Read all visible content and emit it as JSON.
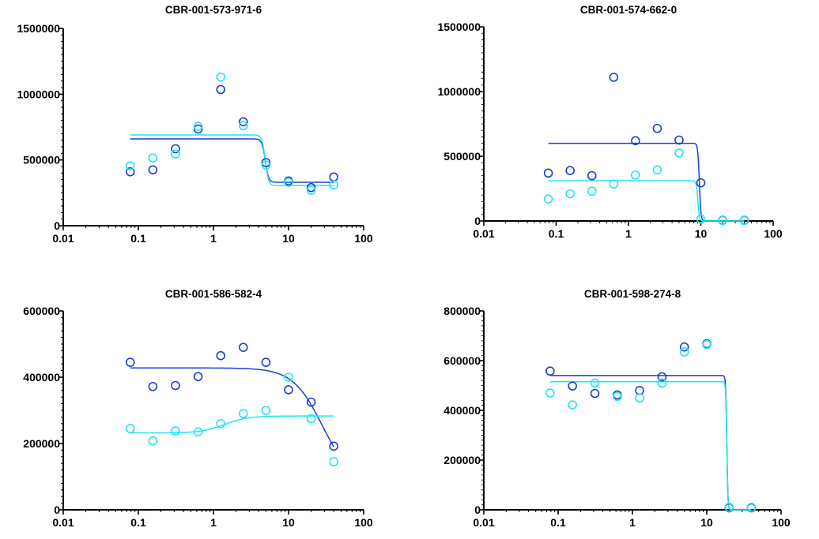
{
  "colors": {
    "series_a": "#1a3fd6",
    "series_b": "#1ee6f0",
    "axis": "#000000"
  },
  "chart_data": [
    {
      "type": "scatter",
      "title": "CBR-001-573-971-6",
      "xscale": "log",
      "xlim": [
        0.01,
        100
      ],
      "xticks": [
        "0.01",
        "0.1",
        "1",
        "10",
        "100"
      ],
      "ylim": [
        0,
        1500000
      ],
      "yticks": [
        "0",
        "500000",
        "1000000",
        "1500000"
      ],
      "grid": false,
      "series": [
        {
          "color": "#1a3fd6",
          "x": [
            0.078,
            0.156,
            0.3125,
            0.625,
            1.25,
            2.5,
            5,
            10,
            20,
            40
          ],
          "y": [
            410000,
            425000,
            585000,
            735000,
            1035000,
            790000,
            480000,
            340000,
            290000,
            370000
          ],
          "fit": {
            "top": 660000,
            "bottom": 330000,
            "logEC50": 0.69,
            "hill": -20
          }
        },
        {
          "color": "#1ee6f0",
          "x": [
            0.078,
            0.156,
            0.3125,
            0.625,
            1.25,
            2.5,
            5,
            10,
            20,
            40
          ],
          "y": [
            455000,
            515000,
            545000,
            755000,
            1130000,
            760000,
            460000,
            330000,
            270000,
            310000
          ],
          "fit": {
            "top": 690000,
            "bottom": 305000,
            "logEC50": 0.69,
            "hill": -20
          }
        }
      ]
    },
    {
      "type": "scatter",
      "title": "CBR-001-574-662-0",
      "xscale": "log",
      "xlim": [
        0.01,
        100
      ],
      "xticks": [
        "0.01",
        "0.1",
        "1",
        "10",
        "100"
      ],
      "ylim": [
        0,
        1500000
      ],
      "yticks": [
        "0",
        "500000",
        "1000000",
        "1500000"
      ],
      "grid": false,
      "series": [
        {
          "color": "#1a3fd6",
          "x": [
            0.078,
            0.156,
            0.3125,
            0.625,
            1.25,
            2.5,
            5,
            10,
            20,
            40
          ],
          "y": [
            370000,
            390000,
            350000,
            1110000,
            620000,
            715000,
            625000,
            295000,
            5000,
            5000
          ],
          "fit": {
            "top": 600000,
            "bottom": 0,
            "logEC50": 0.98,
            "hill": -40
          }
        },
        {
          "color": "#1ee6f0",
          "x": [
            0.078,
            0.156,
            0.3125,
            0.625,
            1.25,
            2.5,
            5,
            10,
            20,
            40
          ],
          "y": [
            170000,
            210000,
            230000,
            285000,
            355000,
            395000,
            525000,
            15000,
            3000,
            3000
          ],
          "fit": {
            "top": 310000,
            "bottom": 0,
            "logEC50": 0.96,
            "hill": -40
          }
        }
      ]
    },
    {
      "type": "scatter",
      "title": "CBR-001-586-582-4",
      "xscale": "log",
      "xlim": [
        0.01,
        100
      ],
      "xticks": [
        "0.01",
        "0.1",
        "1",
        "10",
        "100"
      ],
      "ylim": [
        0,
        600000
      ],
      "yticks": [
        "0",
        "200000",
        "400000",
        "600000"
      ],
      "grid": false,
      "series": [
        {
          "color": "#1a3fd6",
          "x": [
            0.078,
            0.156,
            0.3125,
            0.625,
            1.25,
            2.5,
            5,
            10,
            20,
            40
          ],
          "y": [
            445000,
            372000,
            375000,
            402000,
            465000,
            490000,
            445000,
            362000,
            325000,
            192000
          ],
          "fit": {
            "top": 428000,
            "bottom": 80000,
            "logEC50": 1.45,
            "hill": -2.2
          }
        },
        {
          "color": "#1ee6f0",
          "x": [
            0.078,
            0.156,
            0.3125,
            0.625,
            1.25,
            2.5,
            5,
            10,
            20,
            40
          ],
          "y": [
            245000,
            208000,
            238000,
            235000,
            260000,
            290000,
            300000,
            400000,
            275000,
            145000
          ],
          "fit": {
            "top": 283000,
            "bottom": 232000,
            "logEC50": 0.15,
            "hill": 2.8
          }
        }
      ]
    },
    {
      "type": "scatter",
      "title": "CBR-001-598-274-8",
      "xscale": "log",
      "xlim": [
        0.01,
        100
      ],
      "xticks": [
        "0.01",
        "0.1",
        "1",
        "10",
        "100"
      ],
      "ylim": [
        0,
        800000
      ],
      "yticks": [
        "0",
        "200000",
        "400000",
        "600000",
        "800000"
      ],
      "grid": false,
      "series": [
        {
          "color": "#1a3fd6",
          "x": [
            0.078,
            0.156,
            0.3125,
            0.625,
            1.25,
            2.5,
            5,
            10,
            20,
            40
          ],
          "y": [
            558000,
            498000,
            468000,
            462000,
            480000,
            535000,
            655000,
            668000,
            8000,
            8000
          ],
          "fit": {
            "top": 540000,
            "bottom": 0,
            "logEC50": 1.27,
            "hill": -60
          }
        },
        {
          "color": "#1ee6f0",
          "x": [
            0.078,
            0.156,
            0.3125,
            0.625,
            1.25,
            2.5,
            5,
            10,
            20,
            40
          ],
          "y": [
            470000,
            422000,
            510000,
            456000,
            450000,
            510000,
            635000,
            665000,
            10000,
            10000
          ],
          "fit": {
            "top": 515000,
            "bottom": 0,
            "logEC50": 1.27,
            "hill": -60
          }
        }
      ]
    }
  ]
}
